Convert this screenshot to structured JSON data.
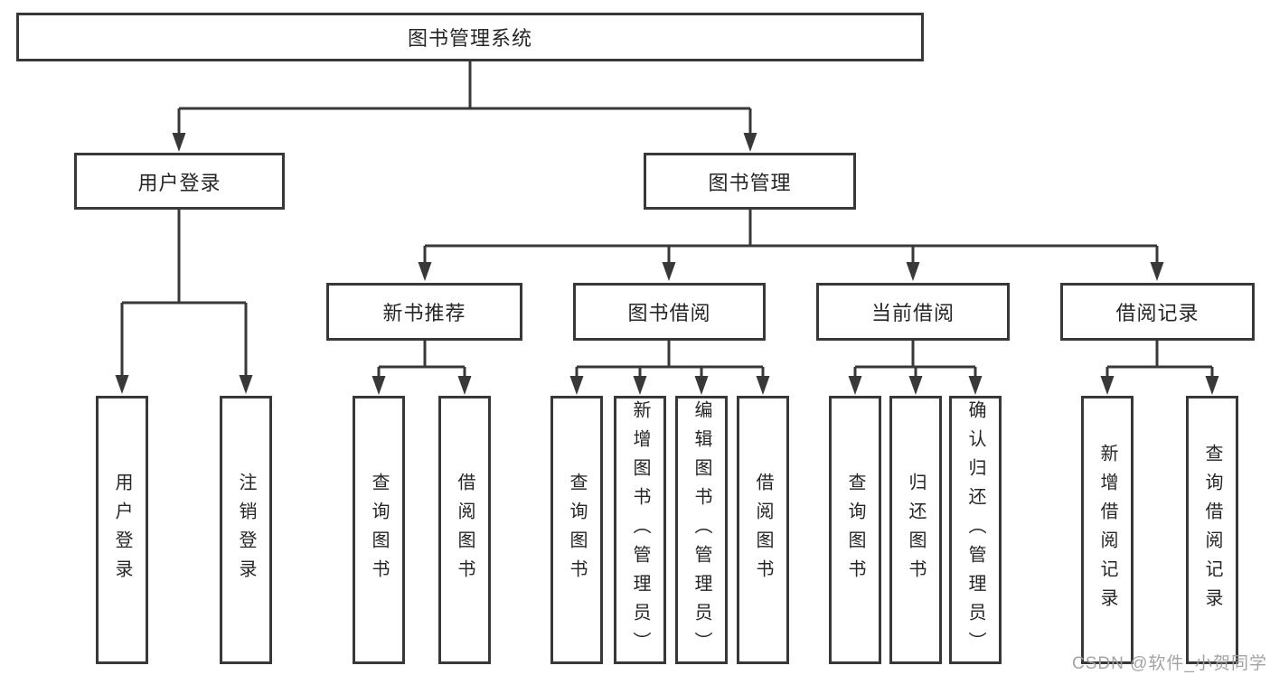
{
  "tree": {
    "root": {
      "label": "图书管理系统"
    },
    "branches": [
      {
        "label": "用户登录",
        "children": [
          {
            "label": "用户登录"
          },
          {
            "label": "注销登录"
          }
        ]
      },
      {
        "label": "图书管理",
        "sections": [
          {
            "label": "新书推荐",
            "children": [
              {
                "label": "查询图书"
              },
              {
                "label": "借阅图书"
              }
            ]
          },
          {
            "label": "图书借阅",
            "children": [
              {
                "label": "查询图书"
              },
              {
                "label": "新增图书（管理员）"
              },
              {
                "label": "编辑图书（管理员）"
              },
              {
                "label": "借阅图书"
              }
            ]
          },
          {
            "label": "当前借阅",
            "children": [
              {
                "label": "查询图书"
              },
              {
                "label": "归还图书"
              },
              {
                "label": "确认归还（管理员）"
              }
            ]
          },
          {
            "label": "借阅记录",
            "children": [
              {
                "label": "新增借阅记录"
              },
              {
                "label": "查询借阅记录"
              }
            ]
          }
        ]
      }
    ]
  },
  "watermark": "CSDN @软件_小贺同学",
  "colors": {
    "line": "#383838",
    "text": "#262626",
    "watermark": "#9e9e9e",
    "background": "#ffffff"
  }
}
